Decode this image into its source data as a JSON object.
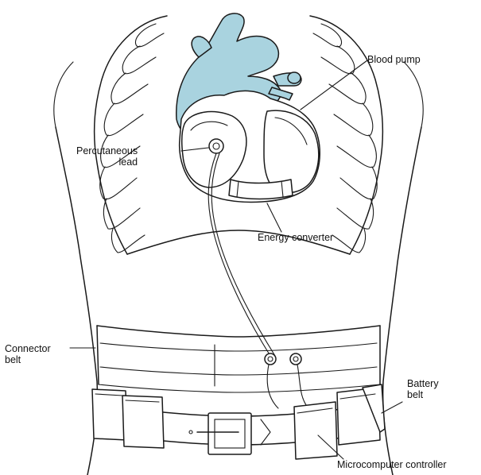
{
  "labels": {
    "blood_pump": "Blood pump",
    "percutaneous_lead": "Percutaneous\nlead",
    "energy_converter": "Energy converter",
    "connector_belt": "Connector\nbelt",
    "battery_belt": "Battery\nbelt",
    "microcomputer_controller": "Microcomputer controller"
  },
  "colors": {
    "heart_vessels": "#a9d3df",
    "line_art": "#1a1a1a",
    "background": "#ffffff"
  }
}
